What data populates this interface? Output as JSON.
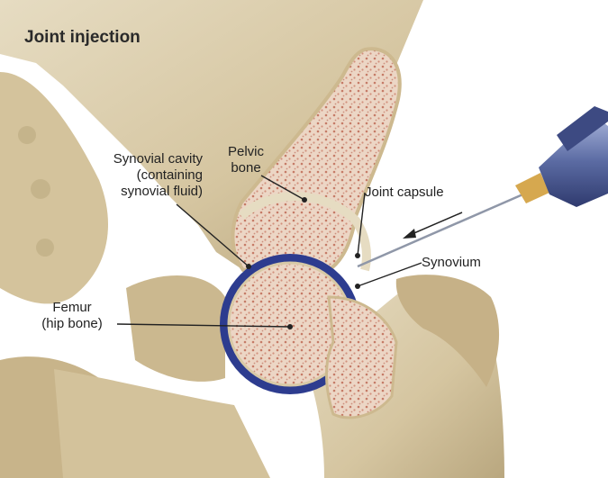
{
  "title": "Joint injection",
  "labels": {
    "synovial_cavity": "Synovial cavity\n(containing\nsynovial fluid)",
    "pelvic_bone": "Pelvic\nbone",
    "joint_capsule": "Joint capsule",
    "synovium": "Synovium",
    "femur": "Femur\n(hip bone)"
  },
  "colors": {
    "bone": "#d8c9a6",
    "bone_shadow": "#b9a77f",
    "marrow": "#e9d2c2",
    "marrow_dots": "#b5543f",
    "synovial_fluid": "#2d3c8f",
    "syringe": "#5a6a9c",
    "leader_line": "#222222"
  }
}
